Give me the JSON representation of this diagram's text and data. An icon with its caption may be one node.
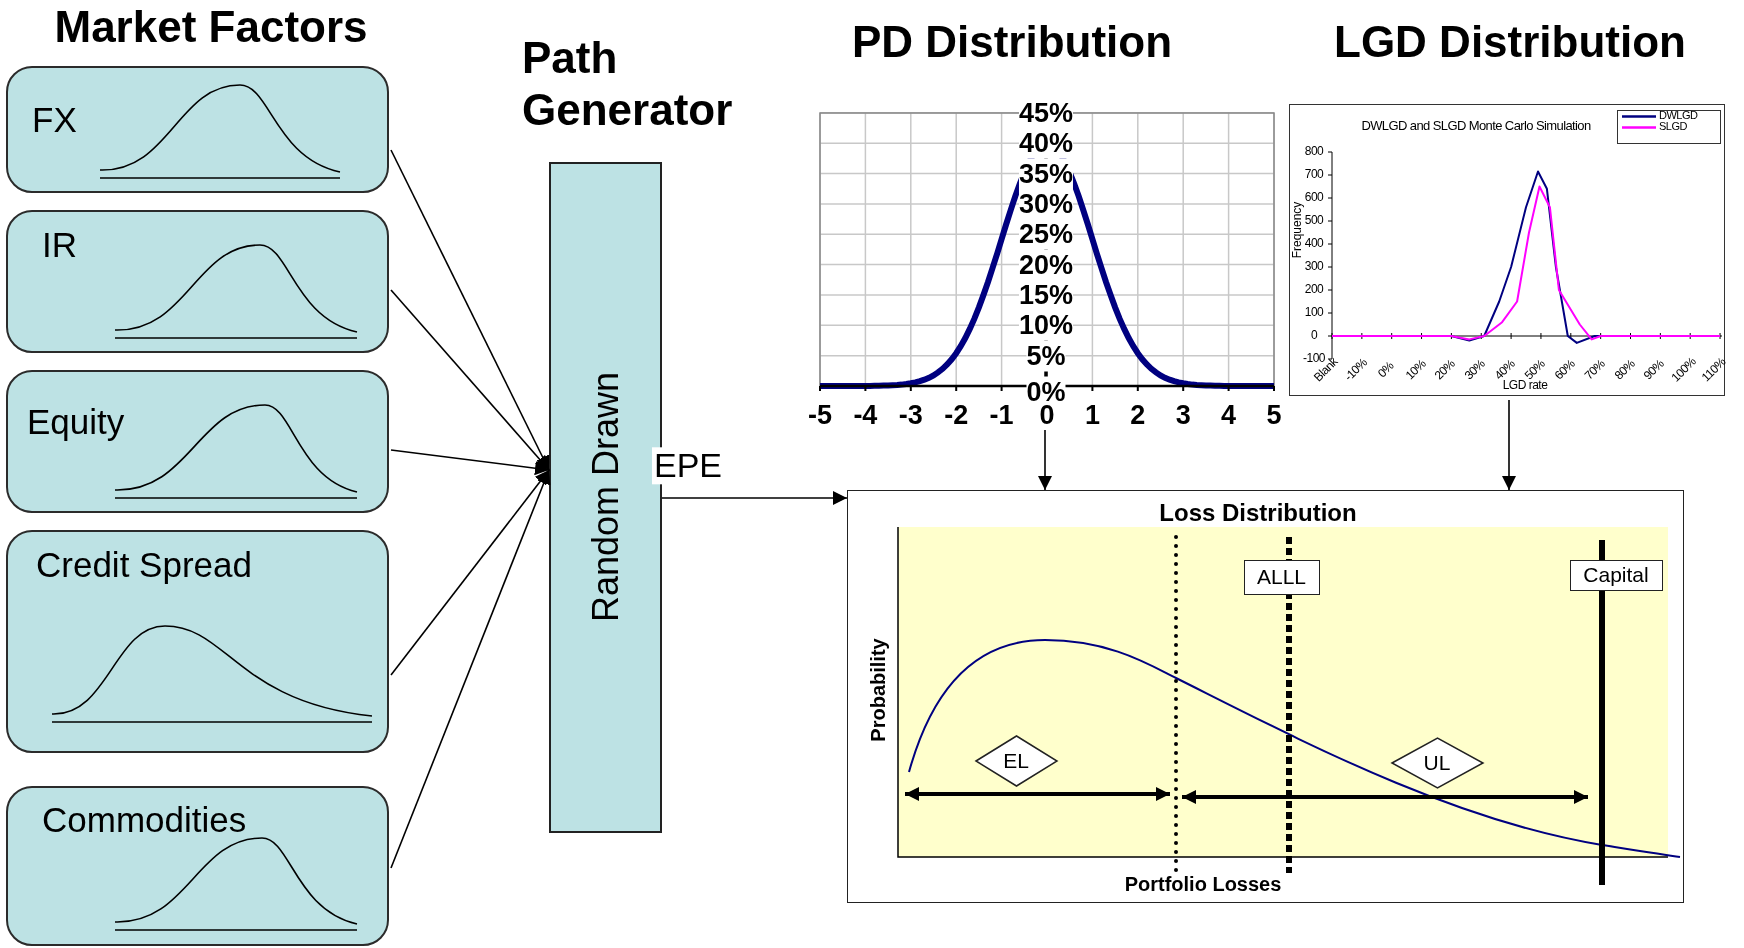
{
  "diagram": {
    "nodes": [
      {
        "text": [
          "FX"
        ]
      },
      {
        "text": [
          "IR"
        ]
      },
      {
        "text": [
          "Equity"
        ]
      },
      {
        "text": [
          "Credit Spread"
        ]
      },
      {
        "text": [
          "Commodities"
        ]
      },
      {
        "text": [
          "Path Generator",
          "Random Drawn"
        ]
      },
      {
        "text": [
          "PD Distribution"
        ]
      },
      {
        "text": [
          "LGD Distribution",
          "DWLGD and SLGD Monte Carlo Simulation"
        ]
      },
      {
        "text": [
          "Loss Distribution"
        ]
      },
      {
        "text": [
          "ALLL"
        ],
        "in": 8
      },
      {
        "text": [
          "Capital"
        ],
        "in": 8
      },
      {
        "text": [
          "EL"
        ],
        "in": 8
      },
      {
        "text": [
          "UL"
        ],
        "in": 8
      }
    ],
    "edges": [
      {
        "from": 0,
        "to": 5,
        "arrow": "to"
      },
      {
        "from": 1,
        "to": 5,
        "arrow": "to"
      },
      {
        "from": 2,
        "to": 5,
        "arrow": "to"
      },
      {
        "from": 3,
        "to": 5,
        "arrow": "to"
      },
      {
        "from": 4,
        "to": 5,
        "arrow": "to"
      },
      {
        "from": 5,
        "to": 8,
        "arrow": "to",
        "label": "EPE"
      },
      {
        "from": 6,
        "to": 8,
        "arrow": "to"
      },
      {
        "from": 7,
        "to": 8,
        "arrow": "to"
      }
    ],
    "labels": [
      "Market Factors",
      "45%",
      "40%",
      "35%",
      "30%",
      "25%",
      "20%",
      "15%",
      "10%",
      "5%",
      "0%",
      "-5",
      "-4",
      "-3",
      "-2",
      "-1",
      "0",
      "1",
      "2",
      "3",
      "4",
      "5",
      "Frequency",
      "800",
      "700",
      "600",
      "500",
      "400",
      "300",
      "200",
      "100",
      "0",
      "-100",
      "Blank",
      "-10%",
      "0%",
      "10%",
      "20%",
      "30%",
      "40%",
      "50%",
      "60%",
      "70%",
      "80%",
      "90%",
      "100%",
      "110%",
      "LGD rate",
      "Probability",
      "Portfolio Losses"
    ],
    "legend": [
      {
        "text": "DWLGD"
      },
      {
        "text": "SLGD"
      }
    ]
  }
}
